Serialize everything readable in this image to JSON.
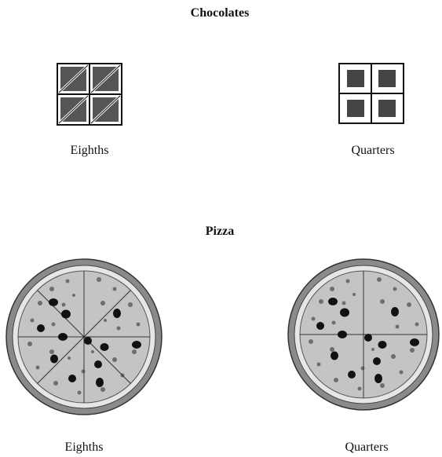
{
  "chocolates": {
    "title": "Chocolates",
    "left": {
      "label": "Eighths",
      "pieces": 8
    },
    "right": {
      "label": "Quarters",
      "pieces": 4
    }
  },
  "pizza": {
    "title": "Pizza",
    "left": {
      "label": "Eighths",
      "pieces": 8
    },
    "right": {
      "label": "Quarters",
      "pieces": 4
    }
  },
  "colors": {
    "ink": "#111111",
    "pizza_rim": "#888888",
    "cheese": "#c9c9c9",
    "pepperoni": "#111111",
    "toppings": "#555555"
  }
}
